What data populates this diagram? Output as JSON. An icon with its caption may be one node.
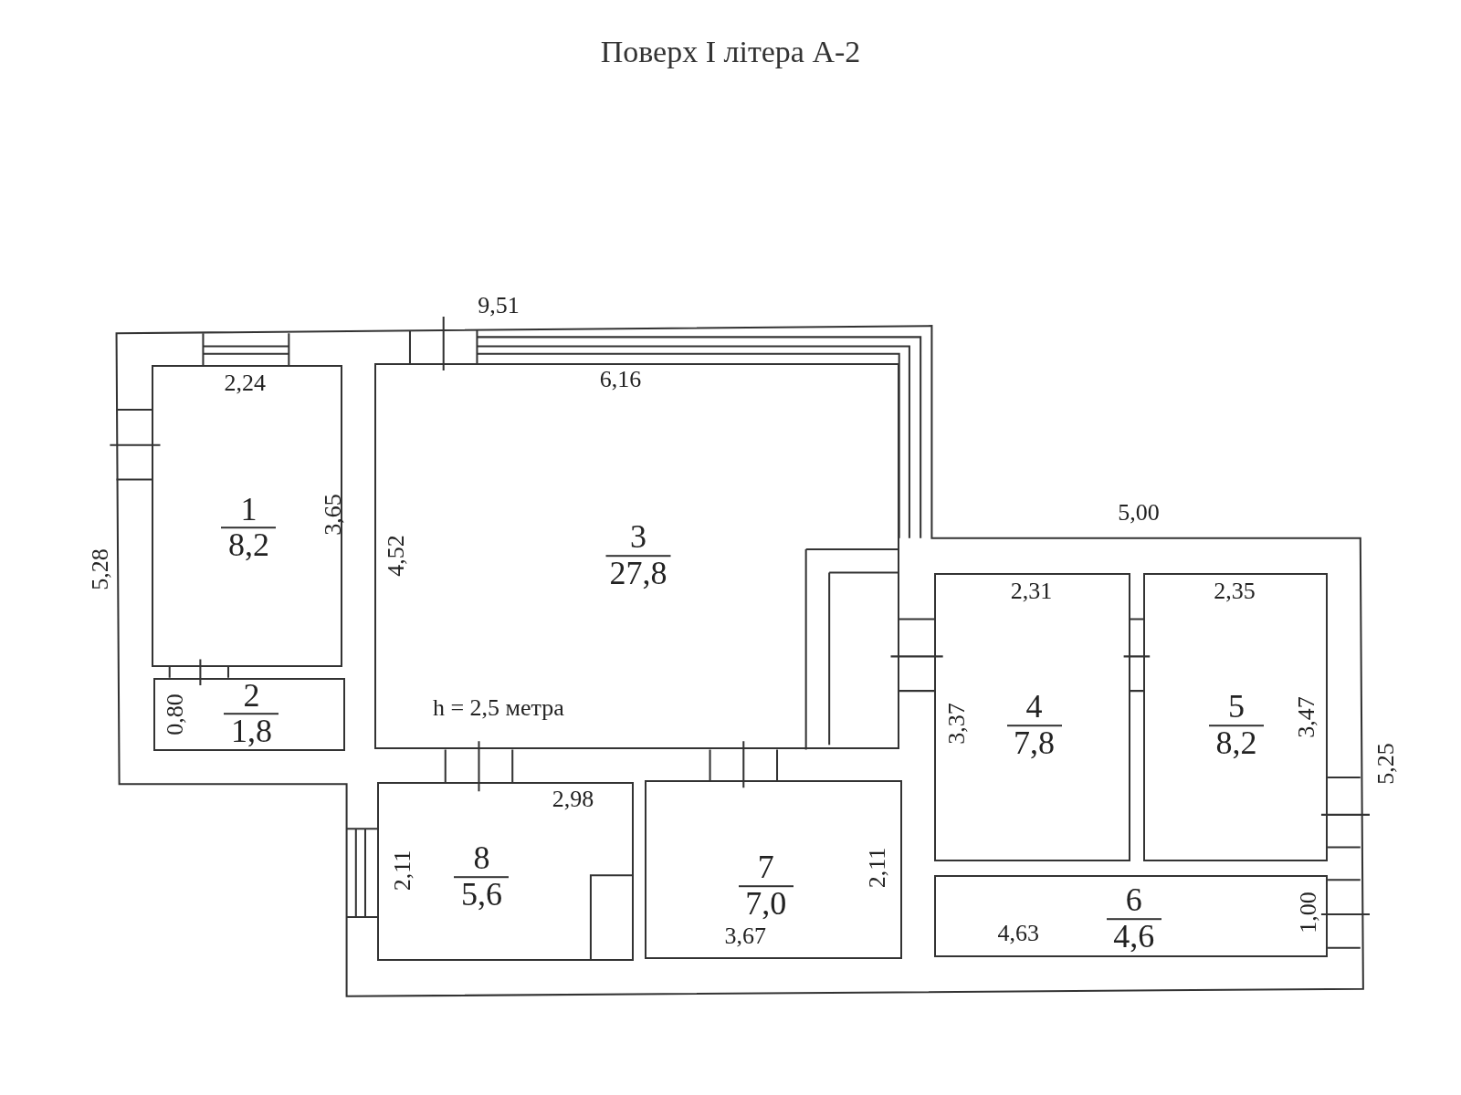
{
  "diagram": {
    "title": "Поверх I літера А-2",
    "nodes": [
      {
        "text": [
          "1",
          "8,2"
        ]
      },
      {
        "text": [
          "2",
          "1,8"
        ]
      },
      {
        "text": [
          "3",
          "27,8"
        ]
      },
      {
        "text": [
          "4",
          "7,8"
        ]
      },
      {
        "text": [
          "5",
          "8,2"
        ]
      },
      {
        "text": [
          "8",
          "5,6"
        ]
      },
      {
        "text": [
          "7",
          "7,0"
        ]
      },
      {
        "text": [
          "6",
          "4,6"
        ]
      }
    ],
    "labels": [
      "9,51",
      "2,24",
      "6,16",
      "3,65",
      "5,28",
      "4,52",
      "5,00",
      "2,31",
      "2,35",
      "h = 2,5 метра",
      "0,80",
      "3,37",
      "3,47",
      "5,25",
      "2,98",
      "2,11",
      "2,11",
      "1,00",
      "3,67",
      "4,63"
    ]
  }
}
